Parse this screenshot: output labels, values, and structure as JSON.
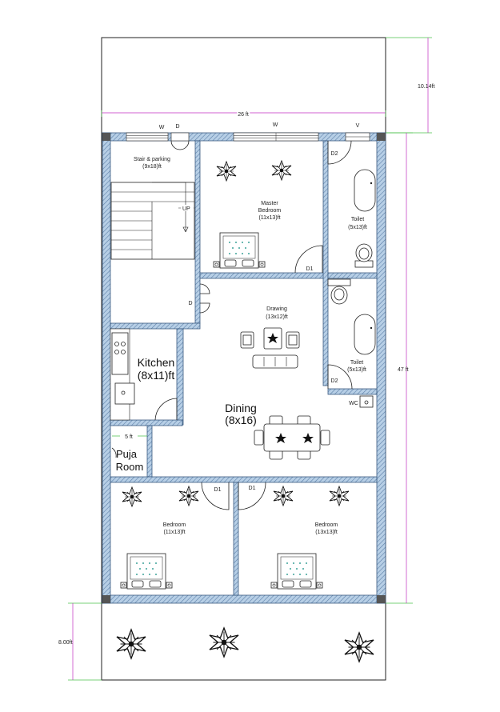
{
  "dimensions": {
    "top_width": "26 ft",
    "top_depth": "10.14ft",
    "total_depth": "47 ft",
    "bottom_depth": "8.00ft",
    "puja_width": "5 ft"
  },
  "rooms": {
    "stair": {
      "name": "Stair & parking",
      "size": "(9x18)ft",
      "up_label": "UP"
    },
    "master": {
      "name_line1": "Master",
      "name_line2": "Bedroom",
      "size": "(11x13)ft"
    },
    "toilet1": {
      "name": "Toilet",
      "size": "(5x13)ft"
    },
    "drawing": {
      "name": "Drawing",
      "size": "(13x12)ft"
    },
    "toilet2": {
      "name": "Toilet",
      "size": "(5x13)ft"
    },
    "kitchen": {
      "name": "Kitchen",
      "size": "(8x11)ft"
    },
    "dining": {
      "name": "Dining",
      "size": "(8x16)"
    },
    "puja": {
      "name_line1": "Puja",
      "name_line2": "Room"
    },
    "bedroom_left": {
      "name": "Bedroom",
      "size": "(11x13)ft"
    },
    "bedroom_right": {
      "name": "Bedroom",
      "size": "(13x13)ft"
    }
  },
  "openings": {
    "window_left": "W",
    "door_top_small": "D",
    "window_center": "W",
    "vent": "V",
    "d2_top": "D2",
    "d1_master": "D1",
    "d_drawing": "D",
    "d2_lower": "D2",
    "wc": "WC",
    "d1_bed_left": "D1",
    "d1_bed_right": "D1"
  },
  "colors": {
    "wall_fill": "#b7cfe6",
    "wall_hatch": "#5d7fa8",
    "dimension_green": "#4cc04c",
    "dimension_magenta": "#c02ec0"
  }
}
